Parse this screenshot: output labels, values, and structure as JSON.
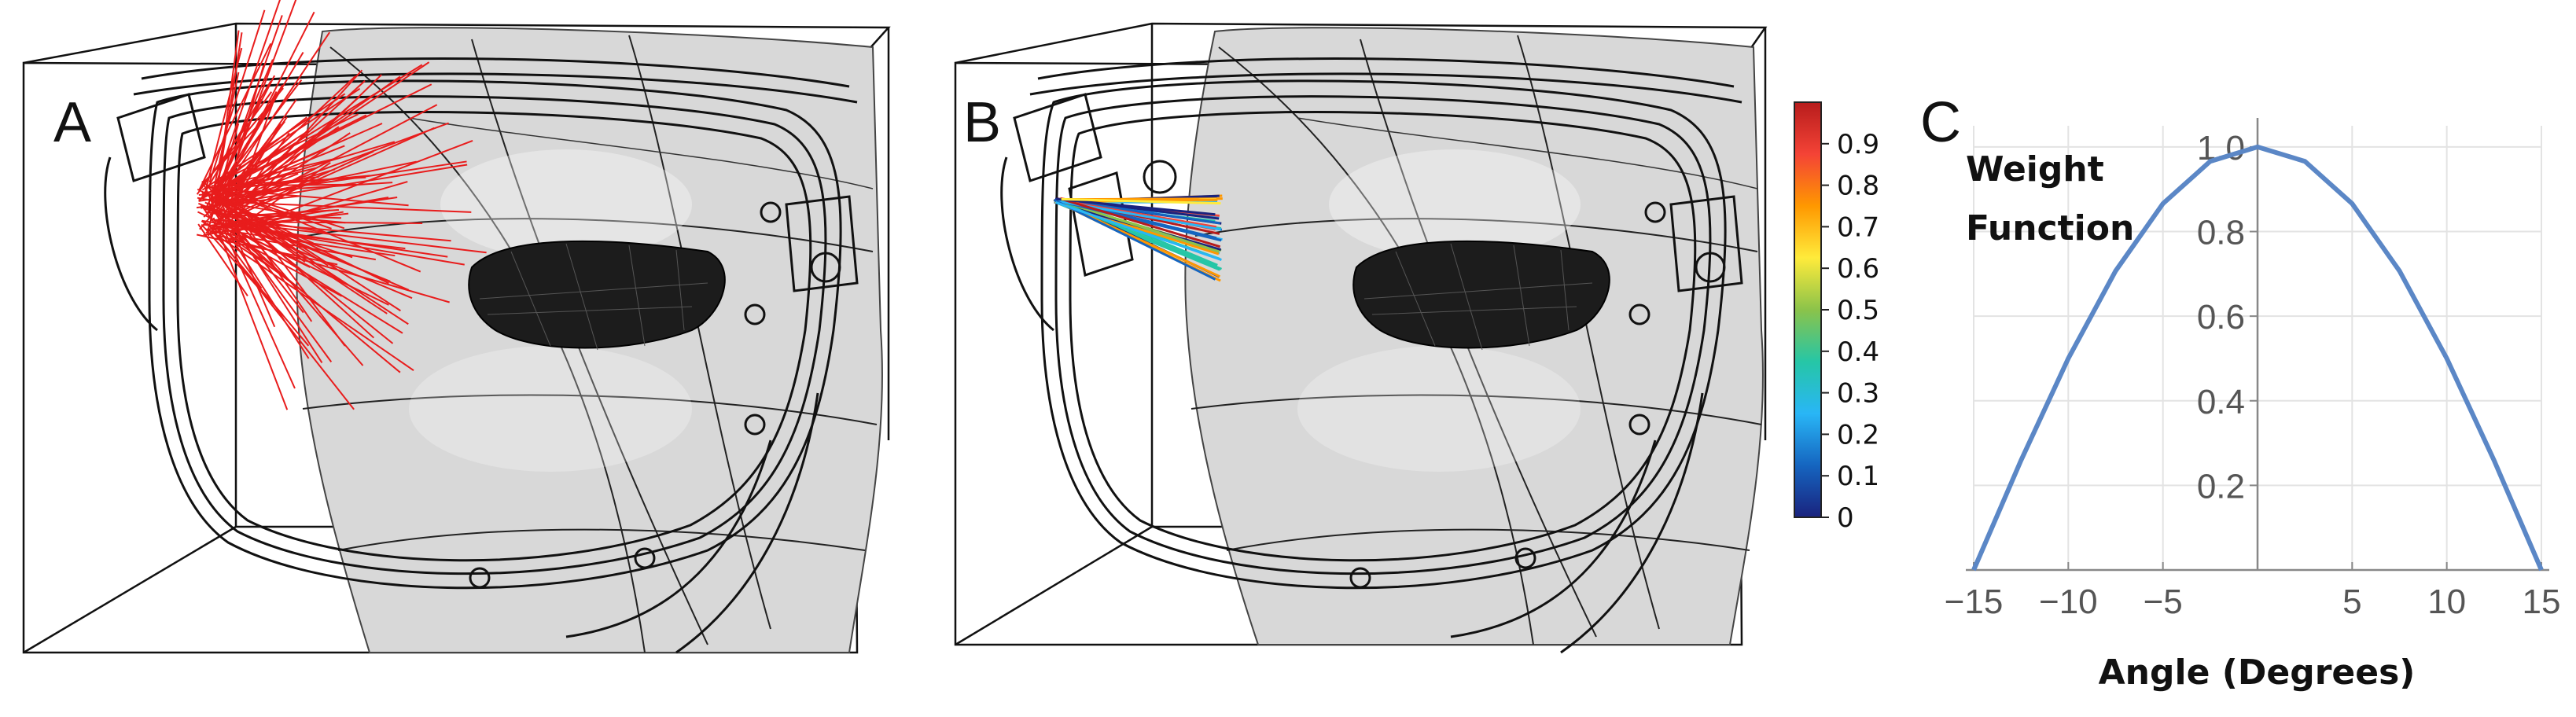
{
  "panels": {
    "a": {
      "label": "A"
    },
    "b": {
      "label": "B"
    },
    "c": {
      "label": "C"
    }
  },
  "colorbar": {
    "ticks": [
      "0.9",
      "0.8",
      "0.7",
      "0.6",
      "0.5",
      "0.4",
      "0.3",
      "0.2",
      "0.1",
      "0"
    ],
    "tick_values": [
      0.9,
      0.8,
      0.7,
      0.6,
      0.5,
      0.4,
      0.3,
      0.2,
      0.1,
      0
    ],
    "range": [
      0,
      1
    ],
    "colormap": [
      "#1a237e",
      "#1565c0",
      "#29b6f6",
      "#26c6a6",
      "#8bc34a",
      "#ffeb3b",
      "#ff9800",
      "#f44336",
      "#b71c1c"
    ]
  },
  "colors": {
    "rays_a": "#e81c1c",
    "curve": "#5b87c6",
    "face": "#d9d9d9",
    "wire": "#111111"
  },
  "chart_data": {
    "type": "line",
    "ylabel": "Weight Function",
    "ylabel_lines": [
      "Weight",
      "Function"
    ],
    "xlabel": "Angle (Degrees)",
    "xlim": [
      -15,
      15
    ],
    "ylim": [
      0,
      1.05
    ],
    "xticks": [
      -15,
      -10,
      -5,
      5,
      10,
      15
    ],
    "xtick_labels": [
      "−15",
      "−10",
      "−5",
      "5",
      "10",
      "15"
    ],
    "yticks": [
      0.2,
      0.4,
      0.6,
      0.8,
      1.0
    ],
    "ytick_labels": [
      "0.2",
      "0.4",
      "0.6",
      "0.8",
      "1.0"
    ],
    "grid": true,
    "series": [
      {
        "x": [
          -15,
          -12.5,
          -10,
          -7.5,
          -5,
          -2.5,
          0,
          2.5,
          5,
          7.5,
          10,
          12.5,
          15
        ],
        "values": [
          0,
          0.259,
          0.5,
          0.707,
          0.866,
          0.966,
          1.0,
          0.966,
          0.866,
          0.707,
          0.5,
          0.259,
          0
        ]
      }
    ]
  }
}
